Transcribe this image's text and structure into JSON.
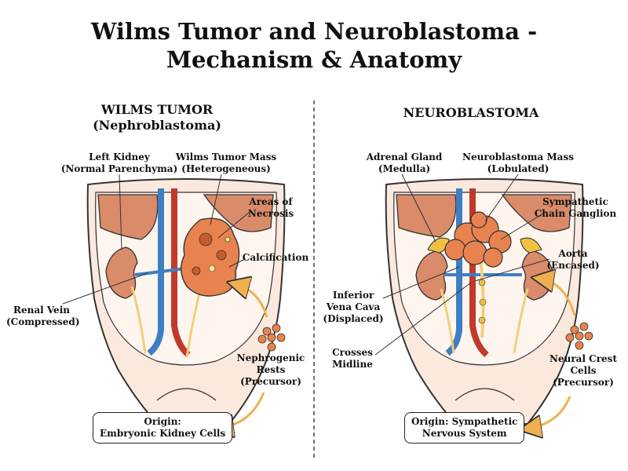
{
  "title": {
    "line1": "Wilms Tumor and Neuroblastoma -",
    "line2": "Mechanism & Anatomy"
  },
  "wilms": {
    "heading1": "WILMS TUMOR",
    "heading2": "(Nephroblastoma)",
    "labels": {
      "left_kidney_1": "Left Kidney",
      "left_kidney_2": "(Normal Parenchyma)",
      "mass_1": "Wilms Tumor Mass",
      "mass_2": "(Heterogeneous)",
      "necrosis_1": "Areas of",
      "necrosis_2": "Necrosis",
      "calcification": "Calcification",
      "renal_vein_1": "Renal Vein",
      "renal_vein_2": "(Compressed)",
      "rests_1": "Nephrogenic",
      "rests_2": "Rests",
      "rests_3": "(Precursor)"
    },
    "origin_1": "Origin:",
    "origin_2": "Embryonic Kidney Cells"
  },
  "neuro": {
    "heading": "NEUROBLASTOMA",
    "labels": {
      "adrenal_1": "Adrenal Gland",
      "adrenal_2": "(Medulla)",
      "mass_1": "Neuroblastoma Mass",
      "mass_2": "(Lobulated)",
      "ganglion_1": "Sympathetic",
      "ganglion_2": "Chain Ganglion",
      "aorta_1": "Aorta",
      "aorta_2": "(Encased)",
      "ivc_1": "Inferior",
      "ivc_2": "Vena Cava",
      "ivc_3": "(Displaced)",
      "crosses_1": "Crosses",
      "crosses_2": "Midline",
      "crest_1": "Neural Crest",
      "crest_2": "Cells",
      "crest_3": "(Precursor)"
    },
    "origin_1": "Origin: Sympathetic",
    "origin_2": "Nervous System"
  },
  "colors": {
    "organ": "#d98b6a",
    "organ_light": "#f2c3a8",
    "body_fill": "#fbe9de",
    "vein": "#3e7fc4",
    "artery": "#c0392b",
    "nerve": "#f0cf7a",
    "tumor": "#e8834f",
    "tumor_dark": "#c85a2f",
    "adrenal": "#f0c040",
    "arrow": "#f0b050",
    "divider": "#444444"
  }
}
